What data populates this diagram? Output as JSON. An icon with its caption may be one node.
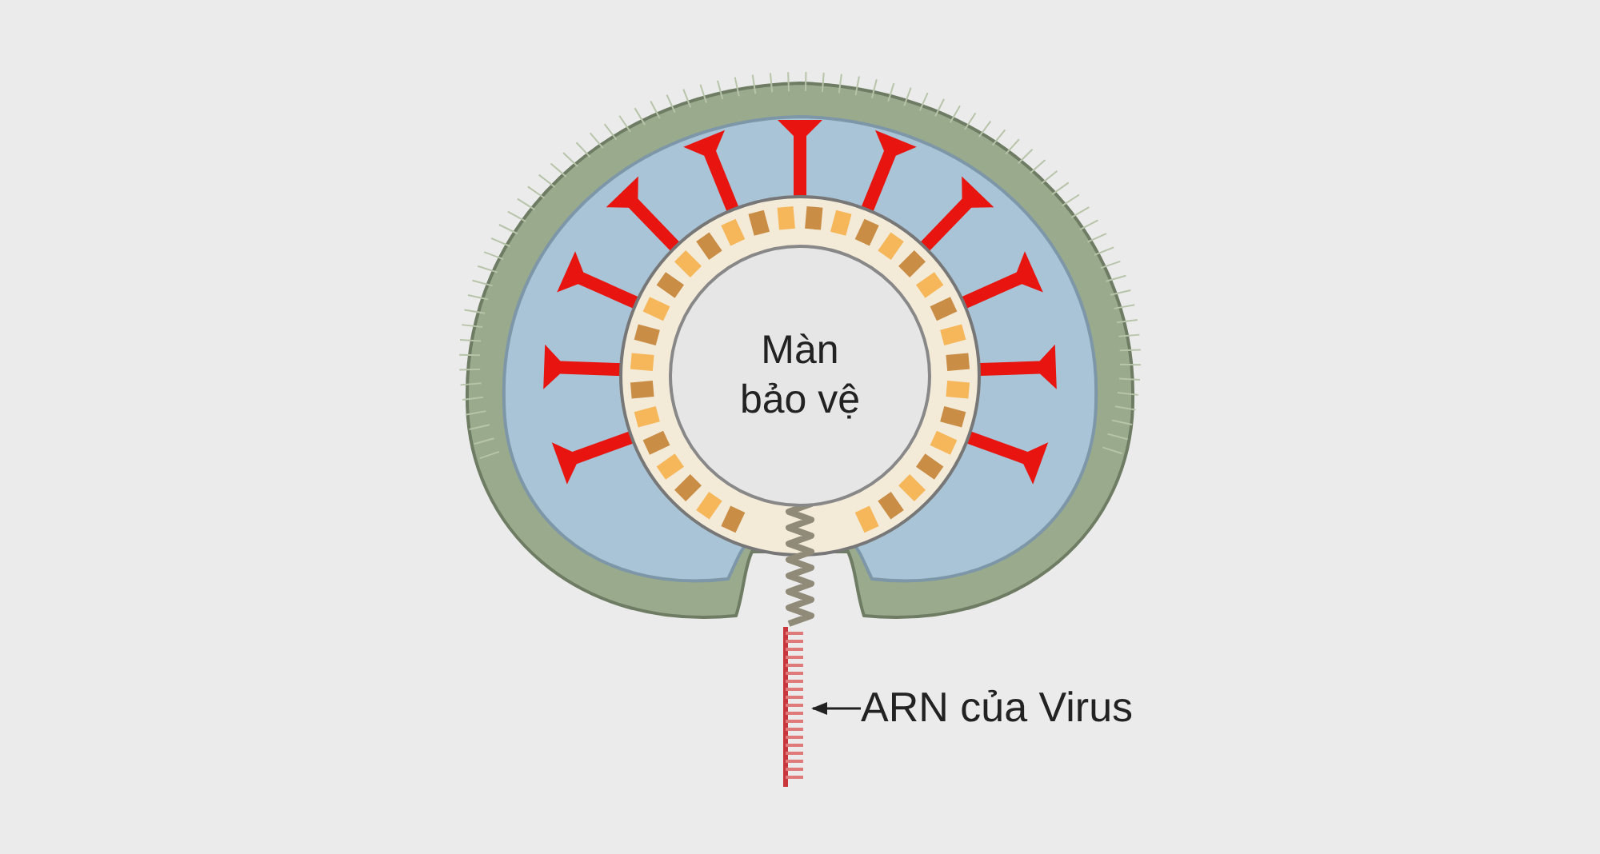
{
  "diagram": {
    "nodes": [
      {
        "text": [
          "Màn bảo vệ"
        ]
      },
      {
        "text": [
          "ARN của Virus"
        ]
      },
      {
        "text": [],
        "shape": "picture"
      }
    ],
    "edges": [
      {
        "from": 1,
        "to": 2,
        "arrow": "to"
      }
    ]
  }
}
